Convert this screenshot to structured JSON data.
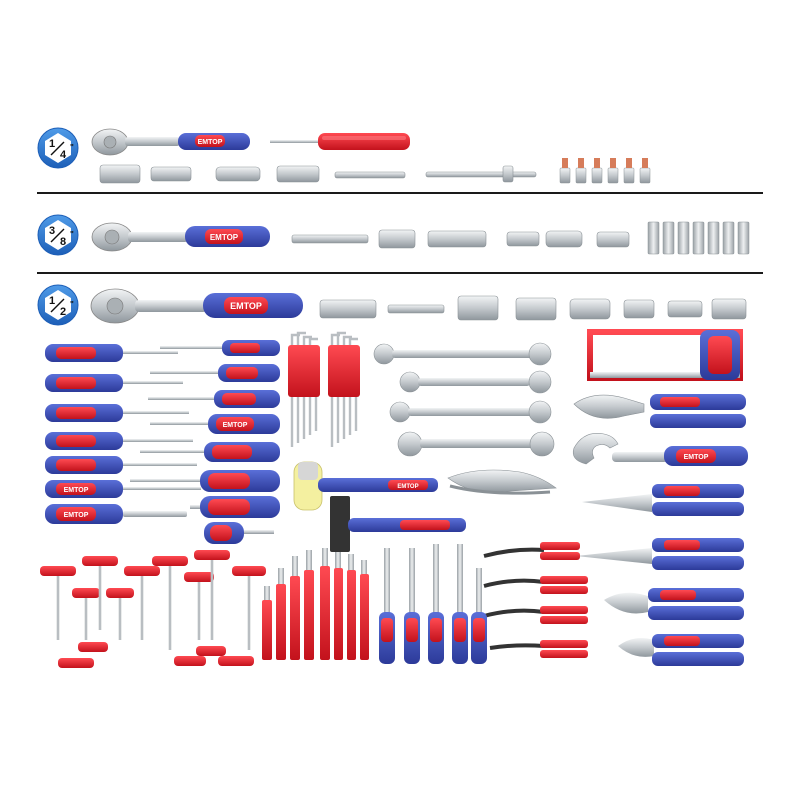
{
  "product": {
    "brand_mark": "EMTOP"
  },
  "drive_sizes": [
    {
      "label_num": "1",
      "label_den": "4",
      "unit": "\""
    },
    {
      "label_num": "3",
      "label_den": "8",
      "unit": "\""
    },
    {
      "label_num": "1",
      "label_den": "2",
      "unit": "\""
    }
  ],
  "colors": {
    "badge_blue": "#2a6fc9",
    "handle_blue": "#3a4fb8",
    "handle_red": "#e8232e",
    "steel": "#cfd3d6",
    "divider": "#1a1a1a"
  },
  "icons": [
    "ratchet-icon",
    "socket-icon",
    "screwdriver-icon",
    "hex-key-icon",
    "wrench-icon",
    "hammer-icon",
    "pliers-icon",
    "hacksaw-icon",
    "file-icon",
    "punch-icon",
    "t-handle-icon",
    "bit-icon"
  ]
}
